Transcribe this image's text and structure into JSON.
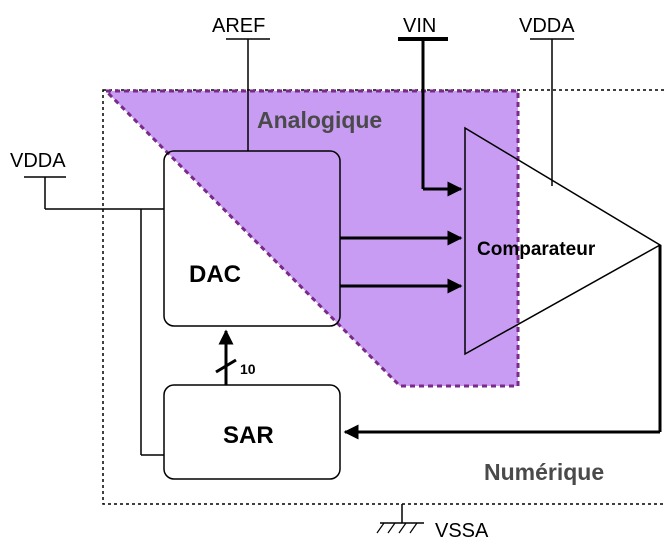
{
  "labels": {
    "aref": "AREF",
    "vin": "VIN",
    "vdda_top": "VDDA",
    "vdda_left": "VDDA",
    "analog_region": "Analogique",
    "digital_region": "Numérique",
    "dac": "DAC",
    "sar": "SAR",
    "comparator": "Comparateur",
    "bus_width": "10",
    "vssa": "VSSA"
  },
  "colors": {
    "analog_fill": "#c89cf2",
    "analog_border": "#7a2a8a",
    "region_text": "#4a4a4a",
    "line": "#000000"
  }
}
